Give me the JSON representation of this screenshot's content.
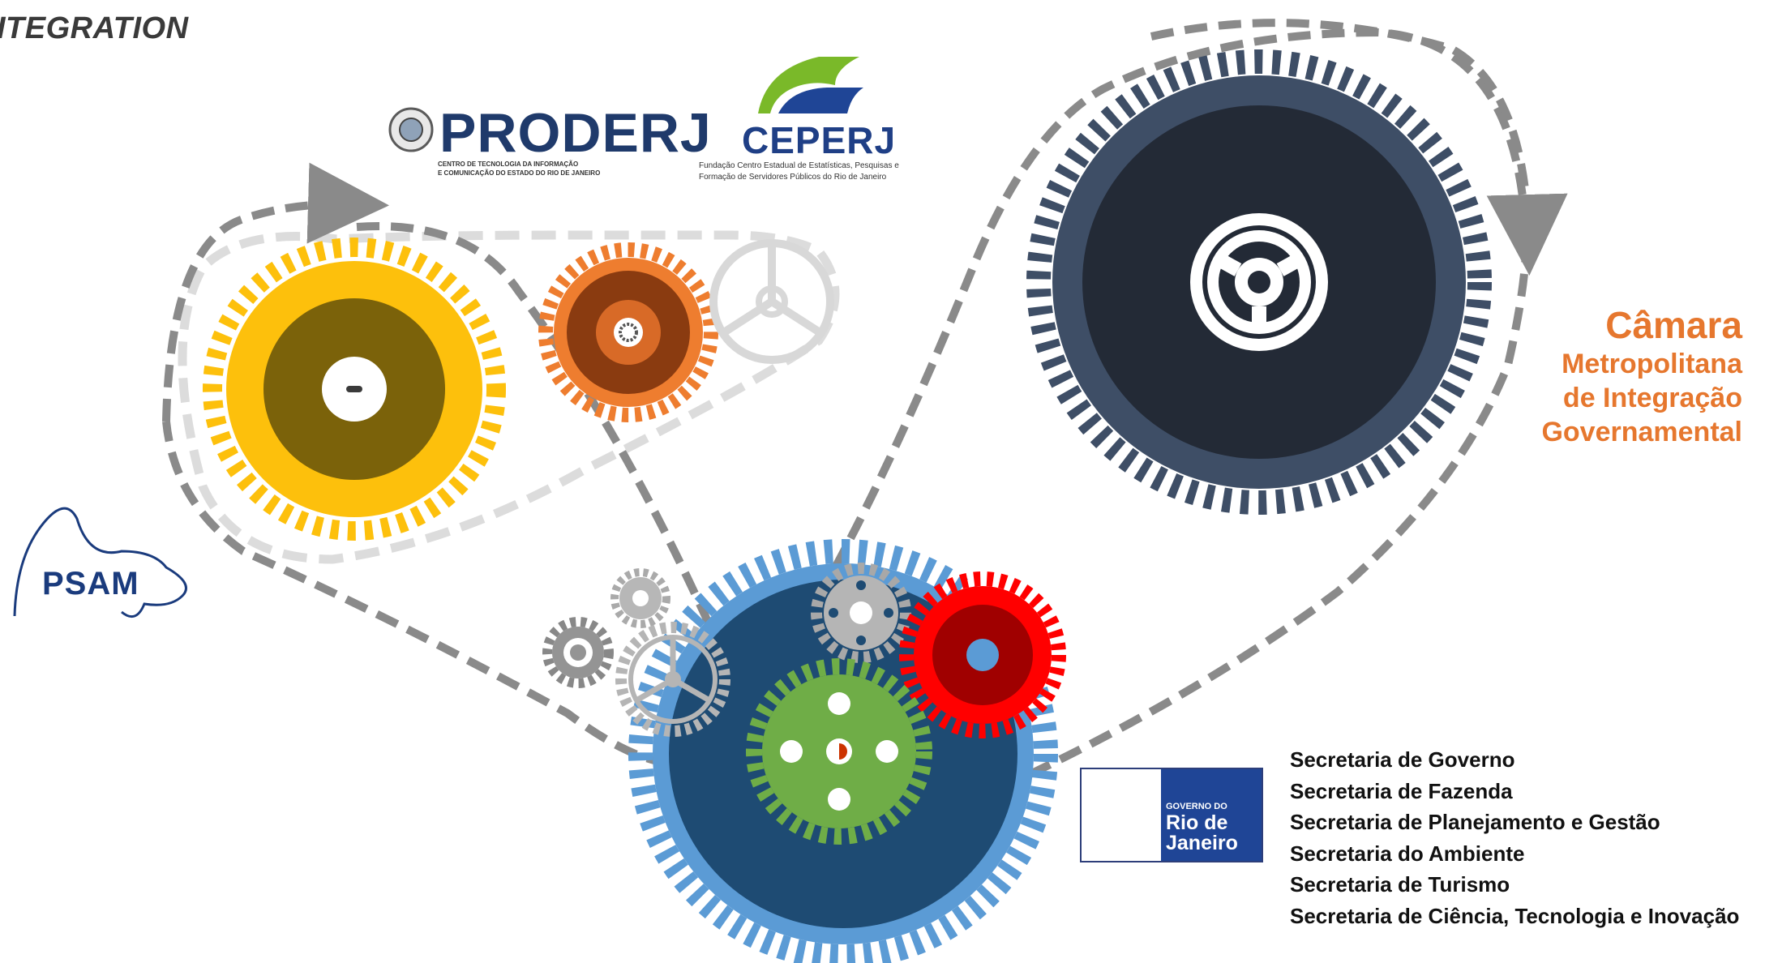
{
  "heading": "ITEGRATION",
  "proderj": {
    "name": "PRODERJ",
    "subtitle_1": "CENTRO DE TECNOLOGIA DA INFORMAÇÃO",
    "subtitle_2": "E COMUNICAÇÃO DO ESTADO DO RIO DE JANEIRO"
  },
  "ceperj": {
    "name": "CEPERJ",
    "subtitle_1": "Fundação Centro Estadual de Estatísticas, Pesquisas e",
    "subtitle_2": "Formação de Servidores Públicos do Rio de Janeiro"
  },
  "psam": {
    "name": "PSAM"
  },
  "camara": {
    "line_1": "Câmara",
    "line_2": "Metropolitana",
    "line_3": "de Integração",
    "line_4": "Governamental"
  },
  "governo": {
    "line_1": "GOVERNO DO",
    "line_2": "Rio de",
    "line_3": "Janeiro"
  },
  "secretarias": [
    "Secretaria de Governo",
    "Secretaria de Fazenda",
    "Secretaria de Planejamento e Gestão",
    "Secretaria do Ambiente",
    "Secretaria de Turismo",
    "Secretaria de Ciência, Tecnologia e Inovação"
  ],
  "colors": {
    "yellow_gear": "#FDC00C",
    "orange_gear": "#EE7D2F",
    "navy_gear": "#3E4E66",
    "blue_gear": "#5B9BD5",
    "green_gear": "#6FAD47",
    "red_gear": "#FF0000",
    "belt_gray": "#8A8A8A",
    "camara_orange": "#E6772E"
  },
  "icons": [
    "steering-wheel-icon",
    "gear-icon",
    "coat-of-arms-icon",
    "sugarloaf-outline-icon",
    "arrow-icon"
  ]
}
